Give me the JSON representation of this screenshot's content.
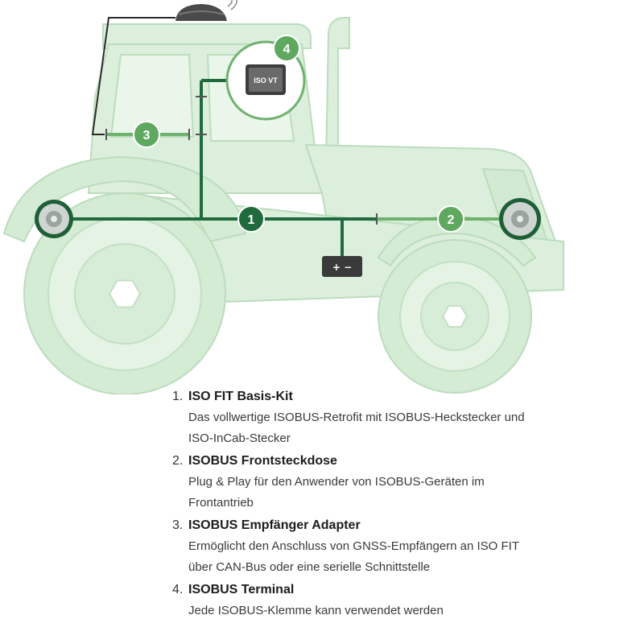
{
  "badges": {
    "b1": "1",
    "b2": "2",
    "b3": "3",
    "b4": "4"
  },
  "terminal_screen_label": "ISO VT",
  "battery_label": "+ −",
  "colors": {
    "tractor_fill": "#dcefdc",
    "tractor_stroke": "#b9dcbb",
    "main_line": "#1f6b3e",
    "accent_line": "#6fb16f",
    "badge_dark": "#1f6b3e",
    "badge_light": "#5fa85f"
  },
  "legend": [
    {
      "num": "1.",
      "title": "ISO FIT Basis-Kit",
      "desc": "Das vollwertige ISOBUS-Retrofit mit ISOBUS-Heckstecker und ISO-InCab-Stecker"
    },
    {
      "num": "2.",
      "title": "ISOBUS Frontsteckdose",
      "desc": "Plug & Play für den Anwender von ISOBUS-Geräten im Frontantrieb"
    },
    {
      "num": "3.",
      "title": "ISOBUS Empfänger Adapter",
      "desc": "Ermöglicht den Anschluss von GNSS-Empfängern an ISO FIT über CAN-Bus oder eine serielle Schnittstelle"
    },
    {
      "num": "4.",
      "title": "ISOBUS Terminal",
      "desc": "Jede ISOBUS-Klemme kann verwendet werden"
    }
  ]
}
